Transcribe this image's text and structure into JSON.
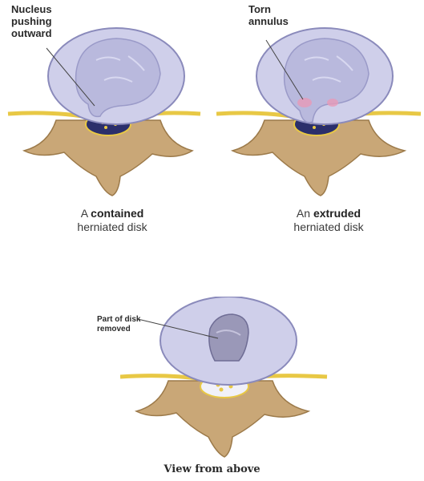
{
  "figures": {
    "contained": {
      "callout": [
        "Nucleus",
        "pushing",
        "outward"
      ],
      "caption_prefix": "A",
      "caption_bold": "contained",
      "caption_line2": "herniated disk"
    },
    "extruded": {
      "callout": [
        "Torn",
        "annulus"
      ],
      "caption_prefix": "An",
      "caption_bold": "extruded",
      "caption_line2": "herniated disk"
    },
    "removed": {
      "callout": [
        "Part of disk",
        "removed"
      ]
    }
  },
  "bottom_caption": "View from above",
  "colors": {
    "disk": "#b9b9dd",
    "annulus": "#cfcfea",
    "bone": "#c9a777",
    "nerve": "#e8c845",
    "canal": "#2b2f6b",
    "tear": "#e79ab8"
  }
}
